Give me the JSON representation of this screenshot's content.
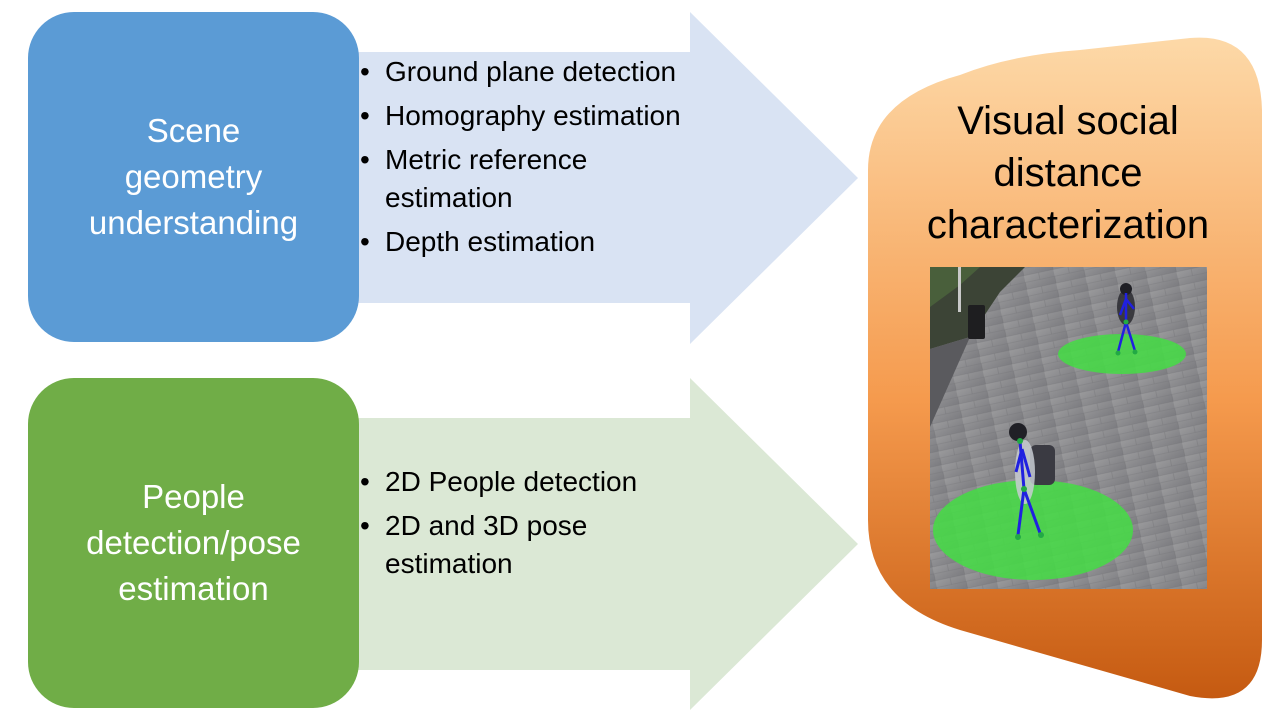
{
  "colors": {
    "scene_box": "#5b9bd5",
    "people_box": "#70ad47",
    "scene_arrow": "#d9e3f3",
    "people_arrow": "#dbe8d5",
    "result_gradient_top": "#fdd9a8",
    "result_gradient_mid": "#f59a4d",
    "result_gradient_bottom": "#c55a11",
    "ground_circle": "#4ade4a",
    "skeleton": "#2020e0"
  },
  "scene_box": {
    "label": "Scene\ngeometry\nunderstanding"
  },
  "people_box": {
    "label": "People\ndetection/pose\nestimation"
  },
  "scene_tasks": [
    "Ground plane detection",
    "Homography estimation",
    "Metric reference estimation",
    "Depth estimation"
  ],
  "people_tasks": [
    "2D People detection",
    "2D and 3D pose estimation"
  ],
  "result": {
    "title": "Visual social\ndistance\ncharacterization"
  }
}
